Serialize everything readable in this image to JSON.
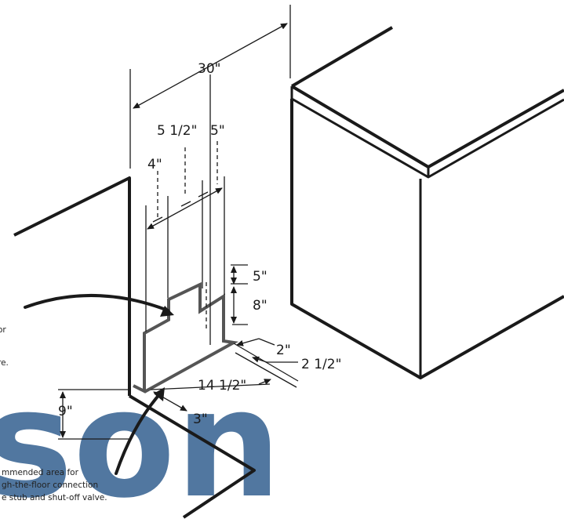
{
  "dimensions": {
    "overall_width": "30\"",
    "offset_a": "5 1/2\"",
    "offset_b": "5\"",
    "offset_c": "4\"",
    "height_upper": "5\"",
    "height_lower": "8\"",
    "depth_a": "2\"",
    "depth_b": "2 1/2\"",
    "floor_width": "14 1/2\"",
    "floor_height": "9\"",
    "floor_depth": "3\""
  },
  "callouts": {
    "wall_note": [
      "or",
      "",
      "re."
    ],
    "floor_note": [
      "mmended area for",
      "gh-the-floor connection",
      "e stub and shut-off valve."
    ]
  },
  "watermark": "son",
  "colors": {
    "ink": "#1a1a1a",
    "outline": "#555555",
    "watermark": "#2b5a8c"
  }
}
